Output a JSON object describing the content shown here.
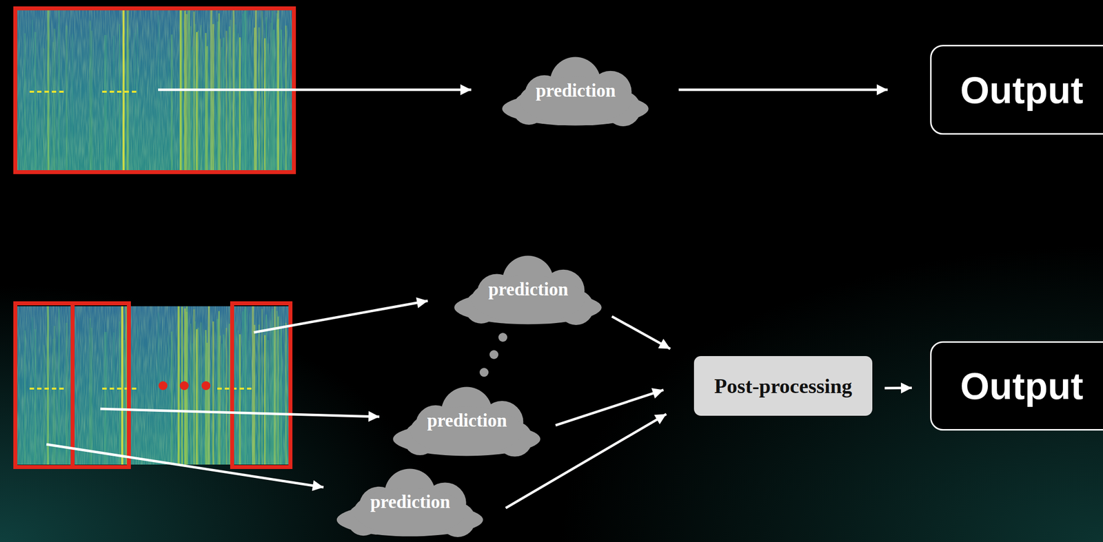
{
  "diagram": {
    "nodes": [
      {
        "text": [
          "prediction"
        ]
      },
      {
        "text": [
          "Output"
        ]
      },
      {
        "text": [
          "prediction"
        ]
      },
      {
        "text": [
          "prediction"
        ]
      },
      {
        "text": [
          "prediction"
        ]
      },
      {
        "text": [
          "Post-processing"
        ]
      },
      {
        "text": [
          "Output"
        ]
      }
    ],
    "edges": [
      {
        "from": 0,
        "to": 1,
        "arrow": "to"
      },
      {
        "from": 2,
        "to": 5,
        "arrow": "to"
      },
      {
        "from": 3,
        "to": 5,
        "arrow": "to"
      },
      {
        "from": 4,
        "to": 5,
        "arrow": "to"
      },
      {
        "from": 5,
        "to": 6,
        "arrow": "to"
      }
    ]
  }
}
